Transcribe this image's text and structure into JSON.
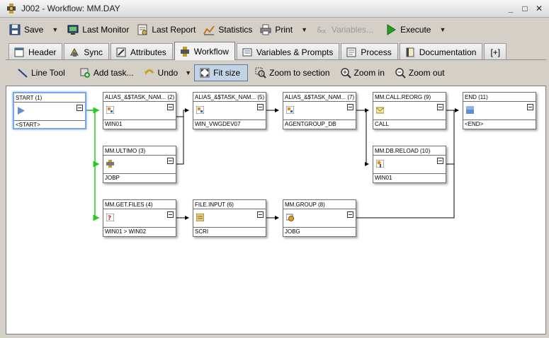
{
  "window": {
    "title": "J002 - Workflow: MM.DAY"
  },
  "toolbar": {
    "save": "Save",
    "last_monitor": "Last Monitor",
    "last_report": "Last Report",
    "statistics": "Statistics",
    "print": "Print",
    "variables": "Variables...",
    "execute": "Execute"
  },
  "tabs": [
    {
      "label": "Header"
    },
    {
      "label": "Sync"
    },
    {
      "label": "Attributes"
    },
    {
      "label": "Workflow"
    },
    {
      "label": "Variables & Prompts"
    },
    {
      "label": "Process"
    },
    {
      "label": "Documentation"
    },
    {
      "label": "[+]"
    }
  ],
  "active_tab": "Workflow",
  "toolbar2": {
    "line_tool": "Line Tool",
    "add_task": "Add task...",
    "undo": "Undo",
    "fit_size": "Fit size",
    "zoom_section": "Zoom to section",
    "zoom_in": "Zoom in",
    "zoom_out": "Zoom out"
  },
  "nodes": {
    "n1": {
      "title": "START (1)",
      "footer": "<START>"
    },
    "n2": {
      "title": "ALIAS_&$TASK_NAM... (2)",
      "footer": "WIN01"
    },
    "n3": {
      "title": "MM.ULTIMO (3)",
      "footer": "JOBP"
    },
    "n4": {
      "title": "MM.GET.FILES (4)",
      "footer": "WIN01 > WIN02"
    },
    "n5": {
      "title": "ALIAS_&$TASK_NAM... (5)",
      "footer": "WIN_VWGDEV07"
    },
    "n6": {
      "title": "FILE.INPUT (6)",
      "footer": "SCRI"
    },
    "n7": {
      "title": "ALIAS_&$TASK_NAM... (7)",
      "footer": "AGENTGROUP_DB"
    },
    "n8": {
      "title": "MM.GROUP (8)",
      "footer": "JOBG"
    },
    "n9": {
      "title": "MM.CALL.REORG (9)",
      "footer": "CALL"
    },
    "n10": {
      "title": "MM.DB.RELOAD (10)",
      "footer": "WIN01"
    },
    "n11": {
      "title": "END (11)",
      "footer": "<END>"
    }
  },
  "colors": {
    "start_links": "#22cc22",
    "links": "#000000",
    "selected_border": "#7aa7e8"
  }
}
